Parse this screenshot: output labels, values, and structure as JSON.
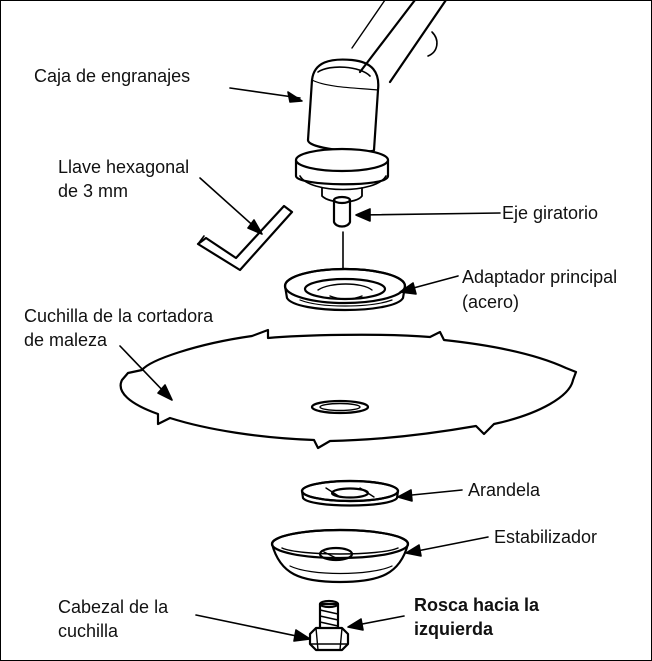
{
  "labels": {
    "gearbox": "Caja de engranajes",
    "hex_wrench_line1": "Llave hexagonal",
    "hex_wrench_line2": "de 3 mm",
    "spindle": "Eje giratorio",
    "adapter_line1": "Adaptador principal",
    "adapter_line2": "(acero)",
    "blade_line1": "Cuchilla de la cortadora",
    "blade_line2": "de maleza",
    "washer": "Arandela",
    "stabilizer": "Estabilizador",
    "blade_bolt_line1": "Cabezal de la",
    "blade_bolt_line2": "cuchilla",
    "thread_line1": "Rosca hacia la",
    "thread_line2": "izquierda"
  }
}
